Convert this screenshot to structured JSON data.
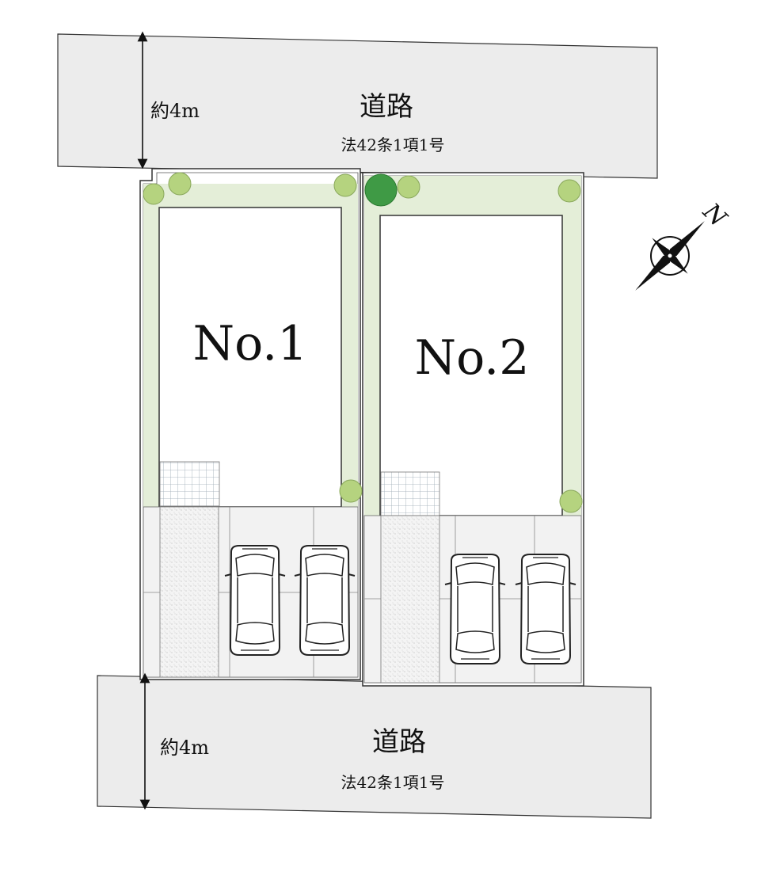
{
  "roads": [
    {
      "name": "道路",
      "law": "法42条1項1号",
      "width": "約4m"
    },
    {
      "name": "道路",
      "law": "法42条1項1号",
      "width": "約4m"
    }
  ],
  "lots": [
    {
      "label": "No.1"
    },
    {
      "label": "No.2"
    }
  ],
  "compass": {
    "north_label": "N"
  },
  "colors": {
    "road": "#ececec",
    "garden": "#e4eed8",
    "tree_light": "#b5d37f",
    "tree_dark": "#3f9a45",
    "line": "#333333"
  }
}
